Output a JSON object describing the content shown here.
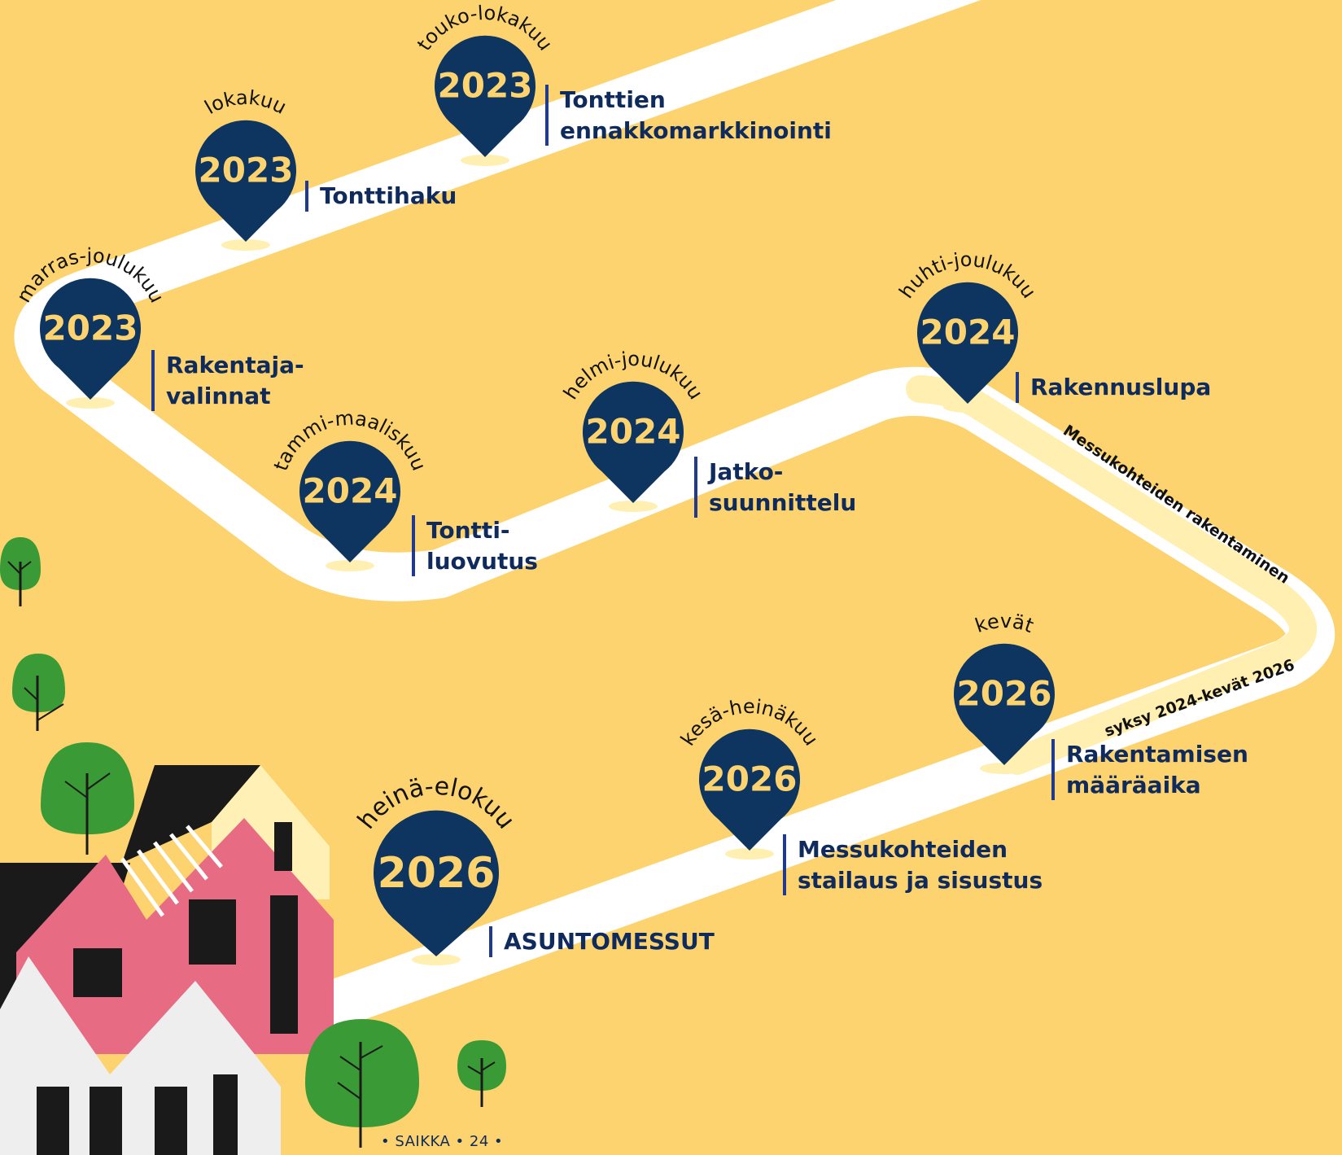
{
  "milestones": [
    {
      "period": "touko-lokakuu",
      "year": "2023",
      "label": [
        "Tonttien",
        "ennakkomarkkinointi"
      ]
    },
    {
      "period": "lokakuu",
      "year": "2023",
      "label": [
        "Tonttihaku"
      ]
    },
    {
      "period": "marras-joulukuu",
      "year": "2023",
      "label": [
        "Rakentaja-",
        "valinnat"
      ]
    },
    {
      "period": "tammi-maaliskuu",
      "year": "2024",
      "label": [
        "Tontti-",
        "luovutus"
      ]
    },
    {
      "period": "helmi-joulukuu",
      "year": "2024",
      "label": [
        "Jatko-",
        "suunnittelu"
      ]
    },
    {
      "period": "huhti-joulukuu",
      "year": "2024",
      "label": [
        "Rakennuslupa"
      ]
    },
    {
      "period": "kevät",
      "year": "2026",
      "label": [
        "Rakentamisen",
        "määräaika"
      ]
    },
    {
      "period": "kesä-heinäkuu",
      "year": "2026",
      "label": [
        "Messukohteiden",
        "stailaus ja sisustus"
      ]
    },
    {
      "period": "heinä-elokuu",
      "year": "2026",
      "label": [
        "ASUNTOMESSUT"
      ]
    }
  ],
  "construction_band": {
    "title": "Messukohteiden rakentaminen",
    "period": "syksy 2024-kevät 2026"
  },
  "footer": "• SAIKKA • 24 •",
  "colors": {
    "background": "#FCD36F",
    "road": "#FFFFFF",
    "construction_band": "#FFEFB0",
    "pin": "#0E3460",
    "pin_year_text": "#FCD36F",
    "label_text": "#0F2A5C",
    "label_bar": "#1F3A8F",
    "tree_green": "#3A9A35",
    "house_pink": "#E76B83",
    "house_black": "#1A1A1A",
    "house_white": "#EEEEEE",
    "house_cream": "#FFF1B5"
  }
}
